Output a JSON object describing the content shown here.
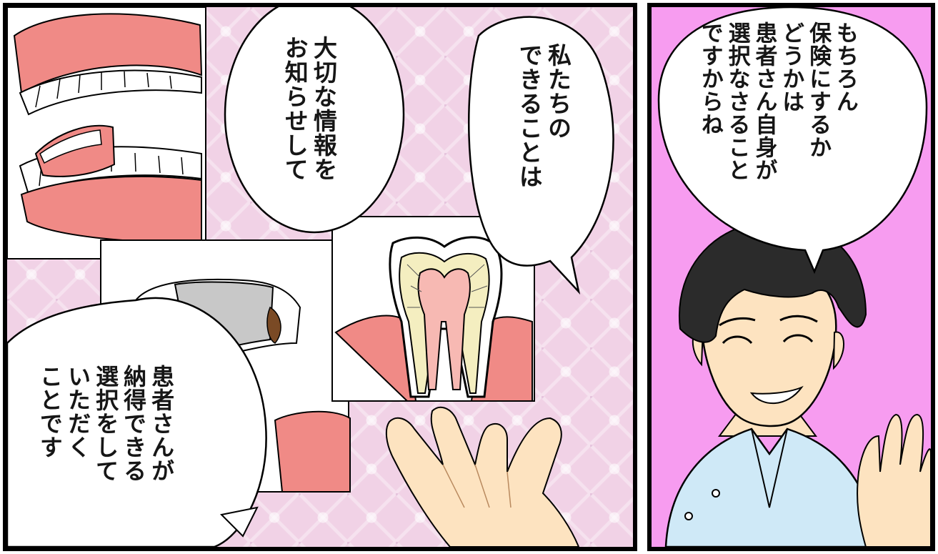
{
  "panels": {
    "left": {
      "bubbles": [
        {
          "id": "inform",
          "text": "大切な情報を\nお知らせして"
        },
        {
          "id": "we-can",
          "text": "私たちの\nできることは"
        },
        {
          "id": "patient-choice",
          "text": "患者さんが\n納得できる\n選択をして\nいただく\nことです"
        }
      ],
      "illustrations": [
        "dentures",
        "tooth-cavity",
        "tooth-cross-section",
        "pointing-hand"
      ]
    },
    "right": {
      "background_color": "#f79cf0",
      "bubbles": [
        {
          "id": "insurance",
          "text": "もちろん\n保険にするか\nどうかは\n患者さん自身が\n選択なさること\nですからね"
        }
      ],
      "illustrations": [
        "smiling-dentist"
      ]
    }
  },
  "colors": {
    "gum": "#f08a86",
    "skin": "#fde3c0",
    "hair": "#2b2b2b",
    "coat": "#cfe9f7",
    "pattern_pink": "#f1d2e6"
  }
}
